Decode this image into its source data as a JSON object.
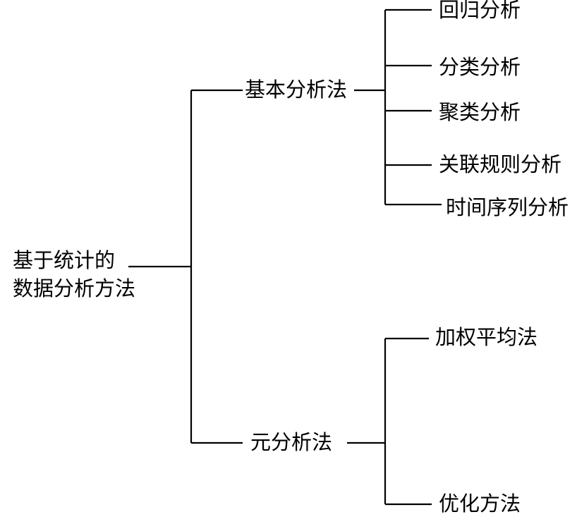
{
  "root": {
    "line1": "基于统计的",
    "line2": "数据分析方法"
  },
  "branches": [
    {
      "label": "基本分析法",
      "children": [
        "回归分析",
        "分类分析",
        "聚类分析",
        "关联规则分析",
        "时间序列分析"
      ]
    },
    {
      "label": "元分析法",
      "children": [
        "加权平均法",
        "优化方法"
      ]
    }
  ]
}
